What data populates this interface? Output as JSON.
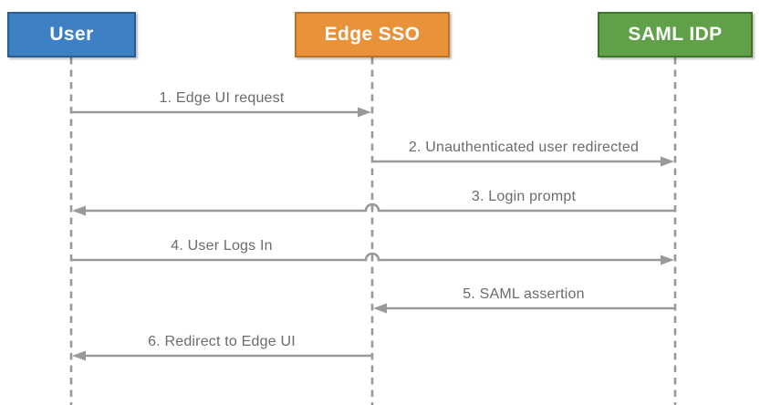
{
  "diagram": {
    "type": "sequence",
    "background": "#ffffff",
    "line_color": "#999999",
    "label_color": "#6b6b6b",
    "actors": [
      {
        "id": "user",
        "label": "User",
        "fill": "#3d80c4",
        "border": "#2a5c94"
      },
      {
        "id": "edge-sso",
        "label": "Edge SSO",
        "fill": "#e8923a",
        "border": "#bf7327"
      },
      {
        "id": "saml-idp",
        "label": "SAML IDP",
        "fill": "#5fa049",
        "border": "#3e7627"
      }
    ],
    "messages": [
      {
        "num": 1,
        "label": "1. Edge UI request",
        "from": "user",
        "to": "edge-sso"
      },
      {
        "num": 2,
        "label": "2. Unauthenticated user redirected",
        "from": "edge-sso",
        "to": "saml-idp"
      },
      {
        "num": 3,
        "label": "3. Login prompt",
        "from": "saml-idp",
        "to": "user"
      },
      {
        "num": 4,
        "label": "4. User Logs In",
        "from": "user",
        "to": "saml-idp"
      },
      {
        "num": 5,
        "label": "5. SAML assertion",
        "from": "saml-idp",
        "to": "edge-sso"
      },
      {
        "num": 6,
        "label": "6. Redirect to Edge UI",
        "from": "edge-sso",
        "to": "user"
      }
    ]
  }
}
